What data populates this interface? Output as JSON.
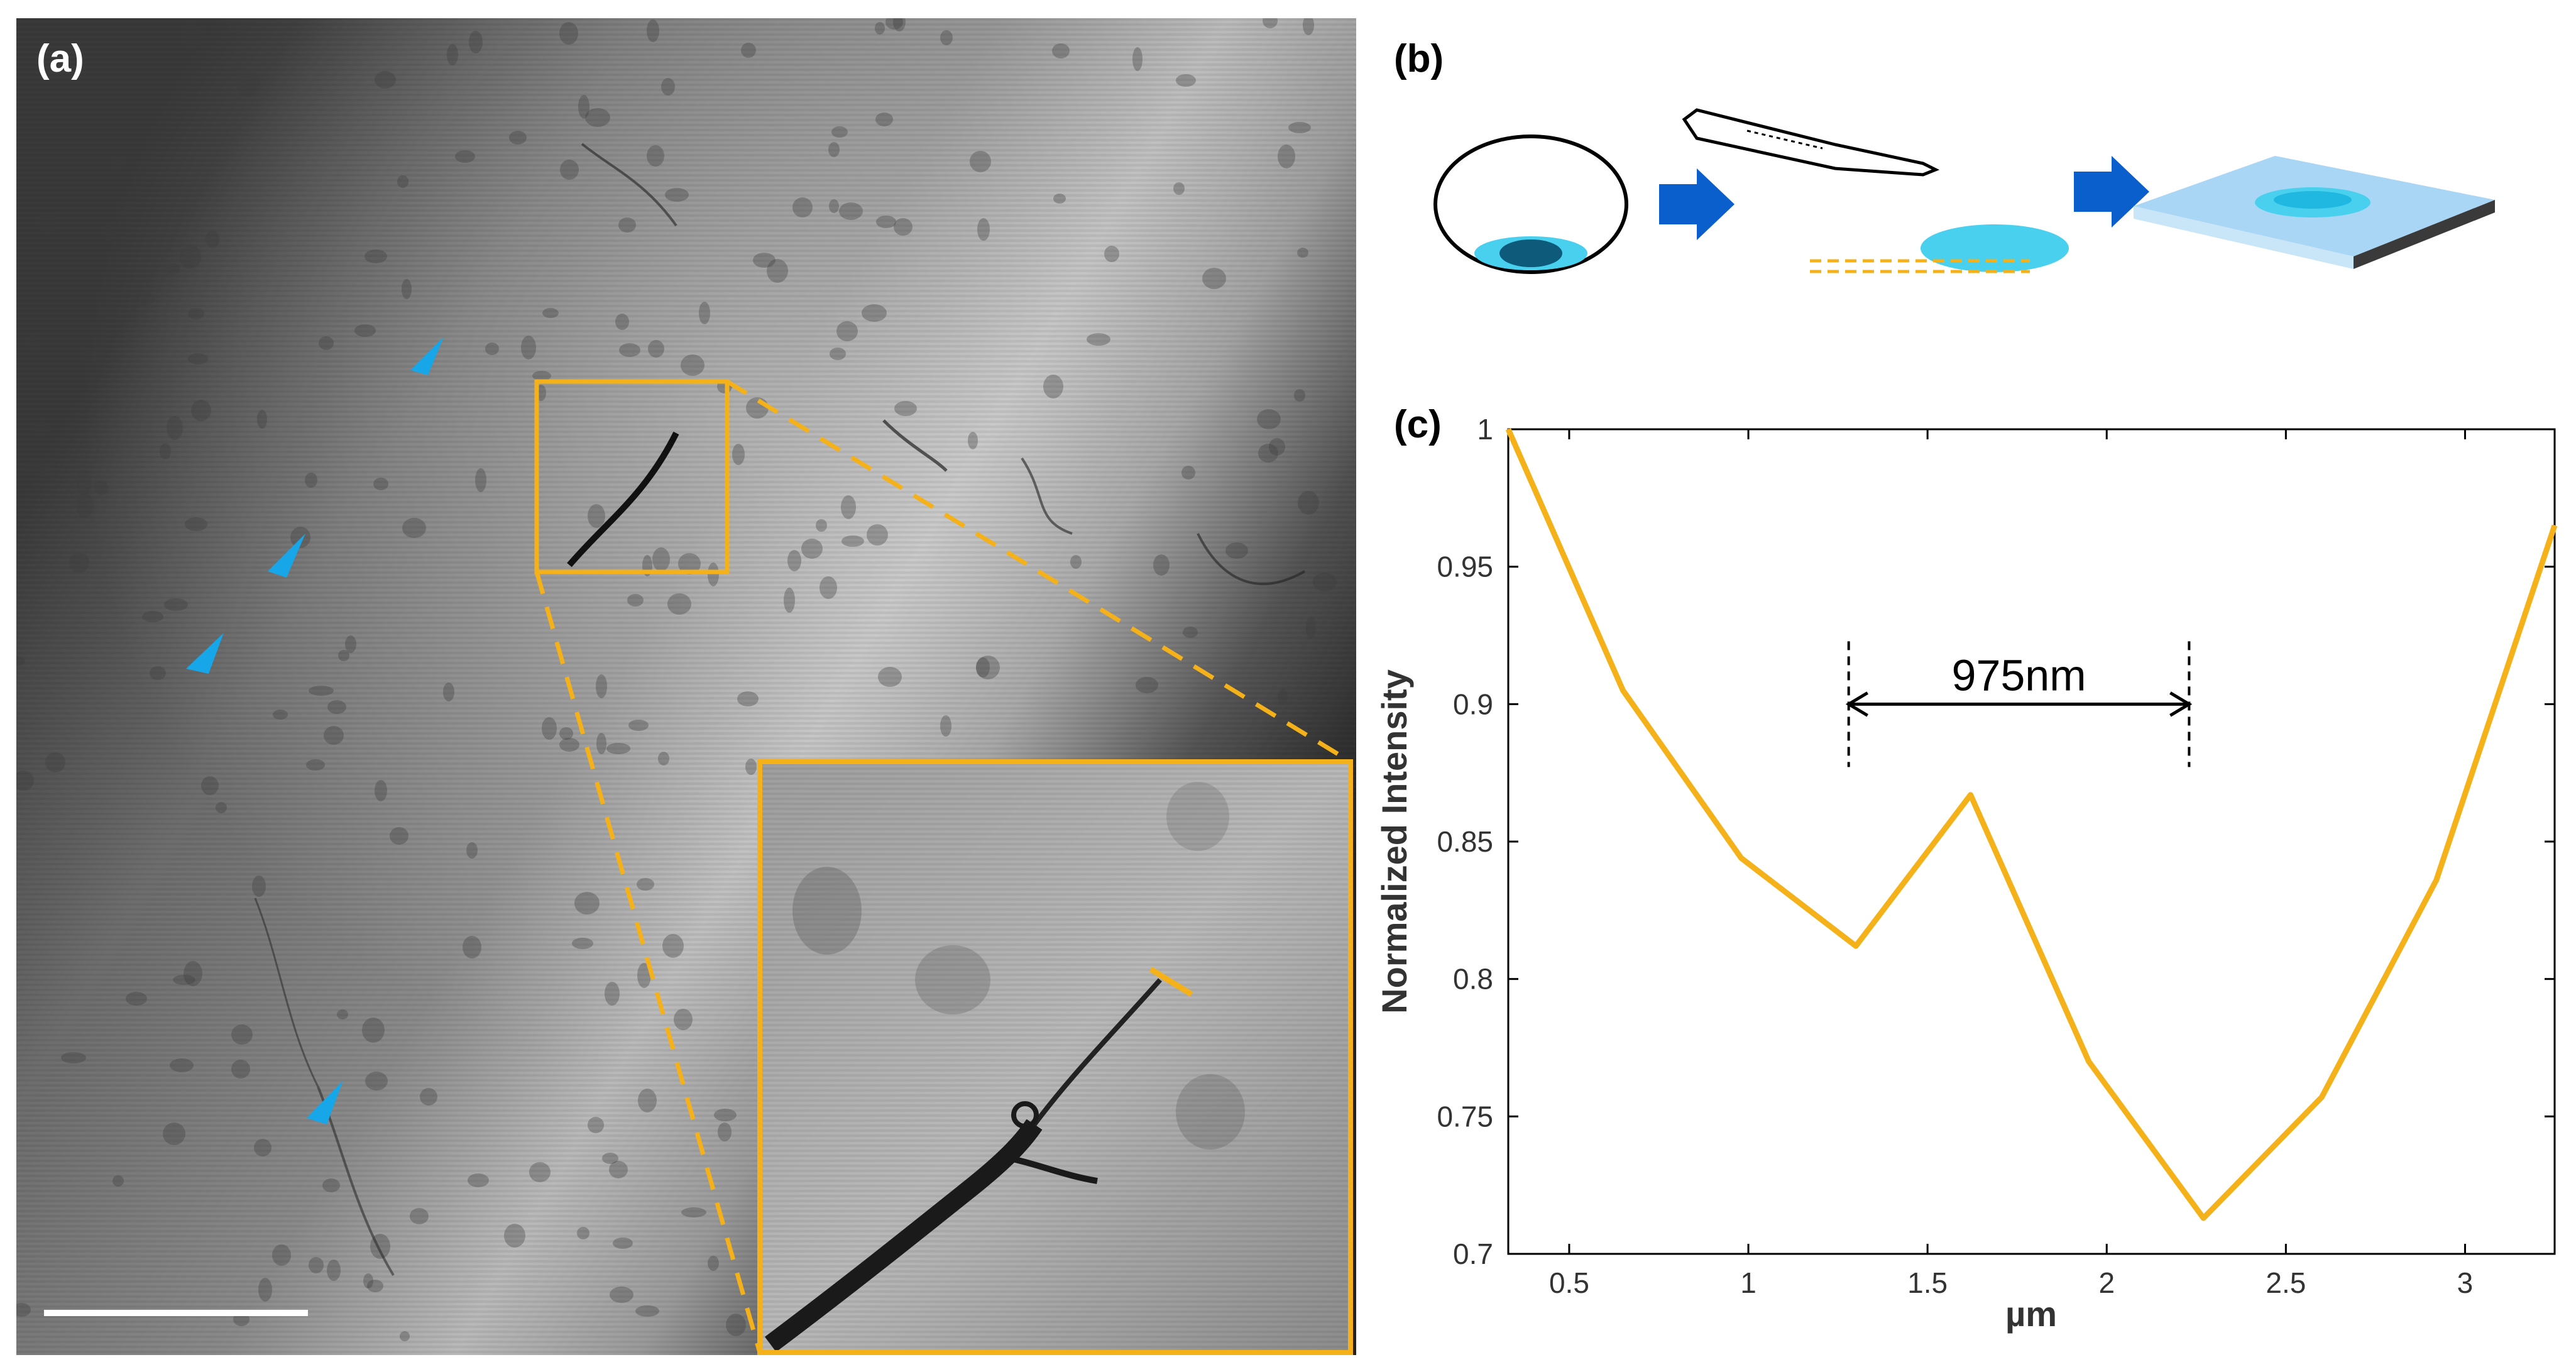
{
  "panels": {
    "a": "(a)",
    "b": "(b)",
    "c": "(c)"
  },
  "colors": {
    "accent": "#F5B119",
    "arrowhead": "#17A6E8",
    "flow_arrow": "#0A5FCC",
    "droplet": "#48D0EE"
  },
  "chart_data": {
    "type": "line",
    "xlabel": "µm",
    "ylabel": "Normalized Intensity",
    "xlim": [
      0.33,
      3.25
    ],
    "ylim": [
      0.7,
      1.0
    ],
    "xticks": [
      0.5,
      1,
      1.5,
      2,
      2.5,
      3
    ],
    "xtick_labels": [
      "0.5",
      "1",
      "1.5",
      "2",
      "2.5",
      "3"
    ],
    "yticks": [
      0.7,
      0.75,
      0.8,
      0.85,
      0.9,
      0.95,
      1.0
    ],
    "ytick_labels": [
      "0.7",
      "0.75",
      "0.8",
      "0.85",
      "0.9",
      "0.95",
      "1"
    ],
    "series": [
      {
        "color": "#F5B119",
        "x": [
          0.33,
          0.65,
          0.98,
          1.3,
          1.62,
          1.95,
          2.27,
          2.6,
          2.92,
          3.25
        ],
        "y": [
          1.0,
          0.905,
          0.844,
          0.812,
          0.867,
          0.77,
          0.713,
          0.757,
          0.836,
          0.965
        ]
      }
    ],
    "annotation": {
      "text": "975nm",
      "x_start": 1.28,
      "x_end": 2.23,
      "y": 0.9
    }
  }
}
